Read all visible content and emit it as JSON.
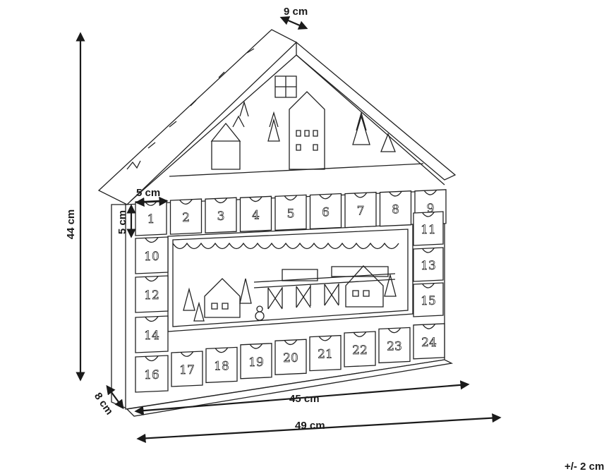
{
  "diagram": {
    "dimensions": {
      "depth_top": "9 cm",
      "height": "44 cm",
      "drawer_width": "5 cm",
      "drawer_height": "5 cm",
      "depth_base": "8 cm",
      "width_inner": "45 cm",
      "width_total": "49 cm",
      "tolerance": "+/- 2 cm"
    },
    "drawers": {
      "top_row": [
        "1",
        "2",
        "3",
        "4",
        "5",
        "6",
        "7",
        "8",
        "9"
      ],
      "left_column": [
        "10",
        "12",
        "14",
        "16"
      ],
      "right_column": [
        "11",
        "13",
        "15"
      ],
      "bottom_row": [
        "17",
        "18",
        "19",
        "20",
        "21",
        "22",
        "23",
        "24"
      ]
    }
  }
}
